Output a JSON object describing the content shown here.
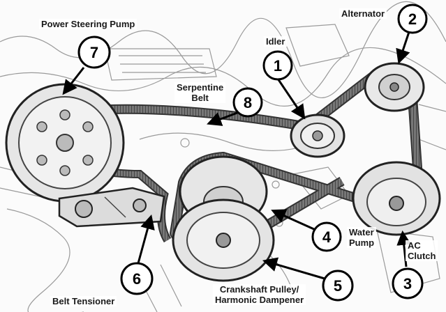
{
  "labels": {
    "power_steering_pump": "Power Steering Pump",
    "alternator": "Alternator",
    "idler": "Idler",
    "serpentine_belt": "Serpentine\nBelt",
    "water_pump": "Water\nPump",
    "ac_clutch": "AC\nClutch",
    "belt_tensioner": "Belt Tensioner",
    "crankshaft_pulley": "Crankshaft Pulley/\nHarmonic Dampener"
  },
  "callouts": {
    "idler": "1",
    "alternator": "2",
    "ac_clutch": "3",
    "water_pump": "4",
    "crankshaft_pulley": "5",
    "belt_tensioner": "6",
    "power_steering_pump": "7",
    "serpentine_belt": "8"
  }
}
